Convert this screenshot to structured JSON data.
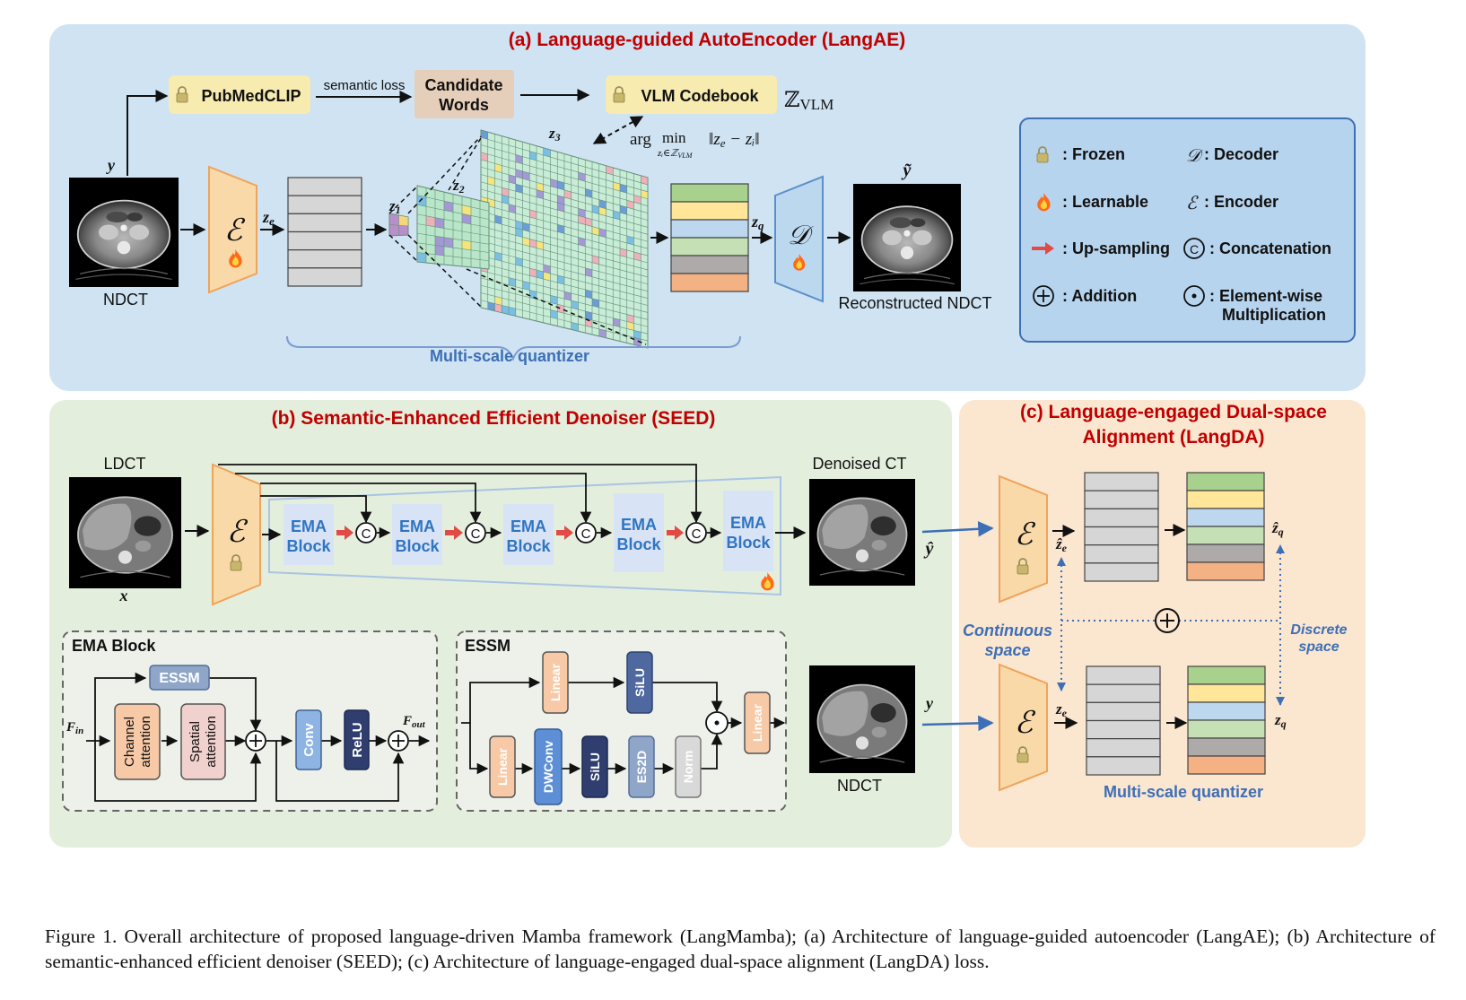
{
  "colors": {
    "panel_a_bg": "#cfe3f2",
    "panel_b_bg": "#e4eedd",
    "panel_c_bg": "#fbe6d0",
    "title_red": "#c00000",
    "label_blue": "#3d6fb6",
    "encoder_fill": "#f9d9a8",
    "encoder_stroke": "#f0a35a",
    "decoder_fill": "#bcd8ef",
    "decoder_stroke": "#5b8fca",
    "frozen_box": "#f8ebb0",
    "candidate_box": "#e6cfba",
    "ema_block_fill": "#d9e3f6",
    "ema_text": "#2f75c1",
    "upsample_arrow": "#e04b46"
  },
  "panel_a": {
    "title": "(a) Language-guided AutoEncoder (LangAE)",
    "pubmedclip": "PubMedCLIP",
    "semantic_loss": "semantic loss",
    "candidate_line1": "Candidate",
    "candidate_line2": "Words",
    "vlm_codebook": "VLM Codebook",
    "z_vlm_main": "ℤ",
    "z_vlm_sub": "VLM",
    "argmin_arg": "arg",
    "argmin_min": "min",
    "argmin_under": "zᵢ∈ℤ",
    "argmin_under_sub": "VLM",
    "argmin_norm": "‖z",
    "argmin_norm_sub": "e",
    "argmin_norm_rest": " − zᵢ‖",
    "y_label": "y",
    "ndct_label": "NDCT",
    "ze_label": "z",
    "ze_sub": "e",
    "z1": "z",
    "z1_sub": "1",
    "z2": "z",
    "z2_sub": "2",
    "z3": "z",
    "z3_sub": "3",
    "zq_label": "z",
    "zq_sub": "q",
    "y_tilde": "ỹ",
    "reconstructed": "Reconstructed NDCT",
    "quantizer_label": "Multi-scale quantizer",
    "encoder_glyph": "ℰ",
    "decoder_glyph": "𝒟"
  },
  "legend": {
    "frozen": ": Frozen",
    "decoder": ": Decoder",
    "learnable": ": Learnable",
    "encoder": ": Encoder",
    "upsampling": ": Up-sampling",
    "concatenation": ": Concatenation",
    "addition": ": Addition",
    "elementwise_line1": ": Element-wise",
    "elementwise_line2": "Multiplication",
    "concat_glyph": "C",
    "encoder_glyph": "ℰ",
    "decoder_glyph": "𝒟"
  },
  "panel_b": {
    "title": "(b) Semantic-Enhanced Efficient Denoiser (SEED)",
    "ldct": "LDCT",
    "x_label": "x",
    "denoised": "Denoised CT",
    "y_hat": "ŷ",
    "ema_line1": "EMA",
    "ema_line2": "Block",
    "concat_glyph": "C",
    "encoder_glyph": "ℰ"
  },
  "ema_detail": {
    "title": "EMA Block",
    "essm": "ESSM",
    "channel_attention_1": "Channel",
    "channel_attention_2": "attention",
    "spatial_attention_1": "Spatial",
    "spatial_attention_2": "attention",
    "conv": "Conv",
    "relu": "ReLU",
    "f_in": "F",
    "f_in_sub": "in",
    "f_out": "F",
    "f_out_sub": "out"
  },
  "essm_detail": {
    "title": "ESSM",
    "linear_top": "Linear",
    "silu_top": "SiLU",
    "linear_bottom": "Linear",
    "dwconv": "DWConv",
    "silu_bottom": "SiLU",
    "es2d": "ES2D",
    "norm": "Norm",
    "linear_out": "Linear"
  },
  "panel_c": {
    "title_line1": "(c) Language-engaged Dual-space",
    "title_line2": "Alignment (LangDA)",
    "ze_hat": "ẑ",
    "ze_hat_sub": "e",
    "zq_hat": "ẑ",
    "zq_hat_sub": "q",
    "ze": "z",
    "ze_sub": "e",
    "zq": "z",
    "zq_sub": "q",
    "y_label": "y",
    "ndct": "NDCT",
    "continuous_1": "Continuous",
    "continuous_2": "space",
    "discrete_1": "Discrete",
    "discrete_2": "space",
    "quantizer_label": "Multi-scale quantizer",
    "encoder_glyph": "ℰ"
  },
  "codebook_colors": [
    "#a9d18e",
    "#ffe699",
    "#bdd7ee",
    "#c5e0b4",
    "#aeaaaa",
    "#f4b183"
  ],
  "caption": "Figure 1.  Overall architecture of proposed language-driven Mamba framework (LangMamba); (a) Architecture of language-guided autoencoder (LangAE); (b) Architecture of semantic-enhanced efficient denoiser (SEED); (c) Architecture of language-engaged dual-space alignment (LangDA) loss."
}
